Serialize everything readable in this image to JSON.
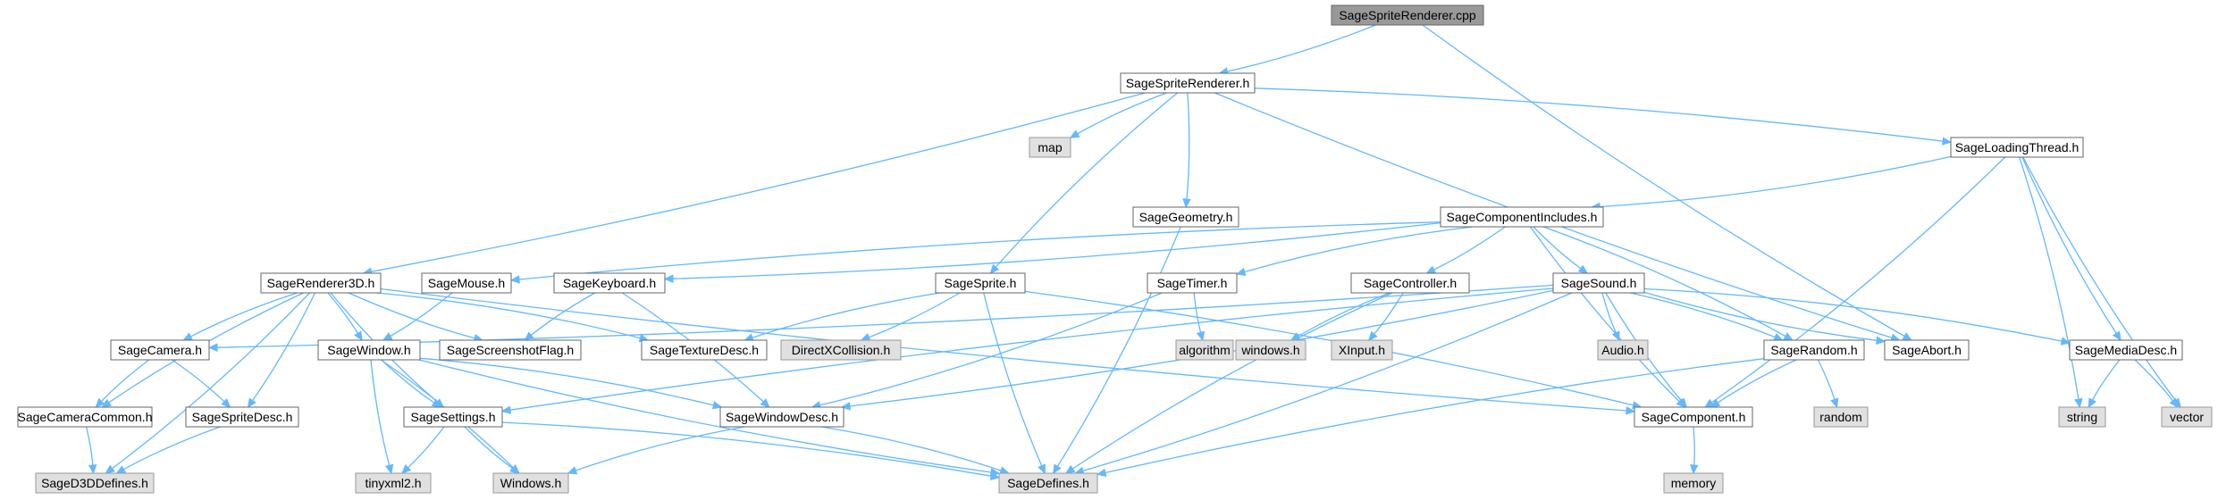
{
  "colors": {
    "edge": "#63b8ff",
    "header_fill": "#ffffff",
    "header_border": "#666666",
    "root_fill": "#999999",
    "system_fill": "#e0e0e0",
    "system_border": "#999999"
  },
  "nodes": [
    {
      "id": "sagespriterenderer-cpp",
      "label": "SageSpriteRenderer.cpp",
      "kind": "root"
    },
    {
      "id": "sagespriterenderer-h",
      "label": "SageSpriteRenderer.h",
      "kind": "header"
    },
    {
      "id": "sagerenderer3d-h",
      "label": "SageRenderer3D.h",
      "kind": "header"
    },
    {
      "id": "map",
      "label": "map",
      "kind": "system"
    },
    {
      "id": "sagegeometry-h",
      "label": "SageGeometry.h",
      "kind": "header"
    },
    {
      "id": "sagesprite-h",
      "label": "SageSprite.h",
      "kind": "header"
    },
    {
      "id": "sageloadingthread-h",
      "label": "SageLoadingThread.h",
      "kind": "header"
    },
    {
      "id": "sageabort-h",
      "label": "SageAbort.h",
      "kind": "header"
    },
    {
      "id": "sagecomponentincludes-h",
      "label": "SageComponentIncludes.h",
      "kind": "header"
    },
    {
      "id": "sagemousee-h",
      "label": "SageMouse.h",
      "kind": "header"
    },
    {
      "id": "sagekeyboard-h",
      "label": "SageKeyboard.h",
      "kind": "header"
    },
    {
      "id": "sagetimer-h",
      "label": "SageTimer.h",
      "kind": "header"
    },
    {
      "id": "sagecontroller-h",
      "label": "SageController.h",
      "kind": "header"
    },
    {
      "id": "sagesound-h",
      "label": "SageSound.h",
      "kind": "header"
    },
    {
      "id": "sagecamera-h",
      "label": "SageCamera.h",
      "kind": "header"
    },
    {
      "id": "sagewindow-h",
      "label": "SageWindow.h",
      "kind": "header"
    },
    {
      "id": "sagescreenshotflag-h",
      "label": "SageScreenshotFlag.h",
      "kind": "header"
    },
    {
      "id": "sagetexturedesc-h",
      "label": "SageTextureDesc.h",
      "kind": "header"
    },
    {
      "id": "directxcollision-h",
      "label": "DirectXCollision.h",
      "kind": "system"
    },
    {
      "id": "algorithm",
      "label": "algorithm",
      "kind": "system"
    },
    {
      "id": "windows-h-lower",
      "label": "windows.h",
      "kind": "system"
    },
    {
      "id": "xinput-h",
      "label": "XInput.h",
      "kind": "system"
    },
    {
      "id": "audio-h",
      "label": "Audio.h",
      "kind": "system"
    },
    {
      "id": "sagerandom-h",
      "label": "SageRandom.h",
      "kind": "header"
    },
    {
      "id": "sagemediadesc-h",
      "label": "SageMediaDesc.h",
      "kind": "header"
    },
    {
      "id": "sagecameracommon-h",
      "label": "SageCameraCommon.h",
      "kind": "header"
    },
    {
      "id": "sagespritedesc-h",
      "label": "SageSpriteDesc.h",
      "kind": "header"
    },
    {
      "id": "sagesettings-h",
      "label": "SageSettings.h",
      "kind": "header"
    },
    {
      "id": "sagewindowdesc-h",
      "label": "SageWindowDesc.h",
      "kind": "header"
    },
    {
      "id": "sagecomponent-h",
      "label": "SageComponent.h",
      "kind": "header"
    },
    {
      "id": "random",
      "label": "random",
      "kind": "system"
    },
    {
      "id": "string",
      "label": "string",
      "kind": "system"
    },
    {
      "id": "vector",
      "label": "vector",
      "kind": "system"
    },
    {
      "id": "saged3ddefines-h",
      "label": "SageD3DDefines.h",
      "kind": "system"
    },
    {
      "id": "tinyxml2-h",
      "label": "tinyxml2.h",
      "kind": "system"
    },
    {
      "id": "windows-h",
      "label": "Windows.h",
      "kind": "system"
    },
    {
      "id": "sagedefines-h",
      "label": "SageDefines.h",
      "kind": "system"
    },
    {
      "id": "memory",
      "label": "memory",
      "kind": "system"
    }
  ],
  "edges": [
    [
      "sagespriterenderer-cpp",
      "sagespriterenderer-h"
    ],
    [
      "sagespriterenderer-cpp",
      "sageabort-h"
    ],
    [
      "sagespriterenderer-h",
      "sagerenderer3d-h"
    ],
    [
      "sagespriterenderer-h",
      "map"
    ],
    [
      "sagespriterenderer-h",
      "sagegeometry-h"
    ],
    [
      "sagespriterenderer-h",
      "sagesprite-h"
    ],
    [
      "sagespriterenderer-h",
      "sageloadingthread-h"
    ],
    [
      "sagespriterenderer-h",
      "sageabort-h"
    ],
    [
      "sageloadingthread-h",
      "sagecomponentincludes-h"
    ],
    [
      "sageloadingthread-h",
      "sagemediadesc-h"
    ],
    [
      "sageloadingthread-h",
      "string"
    ],
    [
      "sageloadingthread-h",
      "vector"
    ],
    [
      "sageloadingthread-h",
      "sagecomponent-h"
    ],
    [
      "sagecomponentincludes-h",
      "sagemousee-h"
    ],
    [
      "sagecomponentincludes-h",
      "sagekeyboard-h"
    ],
    [
      "sagecomponentincludes-h",
      "sagetimer-h"
    ],
    [
      "sagecomponentincludes-h",
      "sagecontroller-h"
    ],
    [
      "sagecomponentincludes-h",
      "sagesound-h"
    ],
    [
      "sagecomponentincludes-h",
      "sagerandom-h"
    ],
    [
      "sagecomponentincludes-h",
      "sagecomponent-h"
    ],
    [
      "sagegeometry-h",
      "sagedefines-h"
    ],
    [
      "sagerenderer3d-h",
      "sagecamera-h"
    ],
    [
      "sagerenderer3d-h",
      "sagewindow-h"
    ],
    [
      "sagerenderer3d-h",
      "sagescreenshotflag-h"
    ],
    [
      "sagerenderer3d-h",
      "sagetexturedesc-h"
    ],
    [
      "sagerenderer3d-h",
      "sagecameracommon-h"
    ],
    [
      "sagerenderer3d-h",
      "sagespritedesc-h"
    ],
    [
      "sagerenderer3d-h",
      "sagesettings-h"
    ],
    [
      "sagerenderer3d-h",
      "saged3ddefines-h"
    ],
    [
      "sagerenderer3d-h",
      "sagecomponent-h"
    ],
    [
      "sagemousee-h",
      "sagewindow-h"
    ],
    [
      "sagekeyboard-h",
      "sagescreenshotflag-h"
    ],
    [
      "sagekeyboard-h",
      "sagewindowdesc-h"
    ],
    [
      "sagesprite-h",
      "sagetexturedesc-h"
    ],
    [
      "sagesprite-h",
      "directxcollision-h"
    ],
    [
      "sagesprite-h",
      "sagedefines-h"
    ],
    [
      "sagesprite-h",
      "sagecomponent-h"
    ],
    [
      "sagetimer-h",
      "algorithm"
    ],
    [
      "sagetimer-h",
      "sagewindowdesc-h"
    ],
    [
      "sagecontroller-h",
      "windows-h-lower"
    ],
    [
      "sagecontroller-h",
      "xinput-h"
    ],
    [
      "sagecontroller-h",
      "sagedefines-h"
    ],
    [
      "sagesound-h",
      "sagecamera-h"
    ],
    [
      "sagesound-h",
      "audio-h"
    ],
    [
      "sagesound-h",
      "sagerandom-h"
    ],
    [
      "sagesound-h",
      "sageabort-h"
    ],
    [
      "sagesound-h",
      "sagemediadesc-h"
    ],
    [
      "sagesound-h",
      "sagesettings-h"
    ],
    [
      "sagesound-h",
      "sagewindowdesc-h"
    ],
    [
      "sagesound-h",
      "sagecomponent-h"
    ],
    [
      "sagesound-h",
      "sagedefines-h"
    ],
    [
      "sagecamera-h",
      "sagecameracommon-h"
    ],
    [
      "sagecamera-h",
      "sagespritedesc-h"
    ],
    [
      "sagewindow-h",
      "sagesettings-h"
    ],
    [
      "sagewindow-h",
      "sagewindowdesc-h"
    ],
    [
      "sagewindow-h",
      "tinyxml2-h"
    ],
    [
      "sagewindow-h",
      "windows-h"
    ],
    [
      "sagewindow-h",
      "sagedefines-h"
    ],
    [
      "sagecameracommon-h",
      "saged3ddefines-h"
    ],
    [
      "sagespritedesc-h",
      "saged3ddefines-h"
    ],
    [
      "sagesettings-h",
      "tinyxml2-h"
    ],
    [
      "sagesettings-h",
      "windows-h"
    ],
    [
      "sagesettings-h",
      "sagedefines-h"
    ],
    [
      "sagewindowdesc-h",
      "windows-h"
    ],
    [
      "sagewindowdesc-h",
      "sagedefines-h"
    ],
    [
      "sagerandom-h",
      "sagecomponent-h"
    ],
    [
      "sagerandom-h",
      "random"
    ],
    [
      "sagerandom-h",
      "sagedefines-h"
    ],
    [
      "sagecomponent-h",
      "memory"
    ],
    [
      "sagemediadesc-h",
      "string"
    ],
    [
      "sagemediadesc-h",
      "vector"
    ]
  ]
}
